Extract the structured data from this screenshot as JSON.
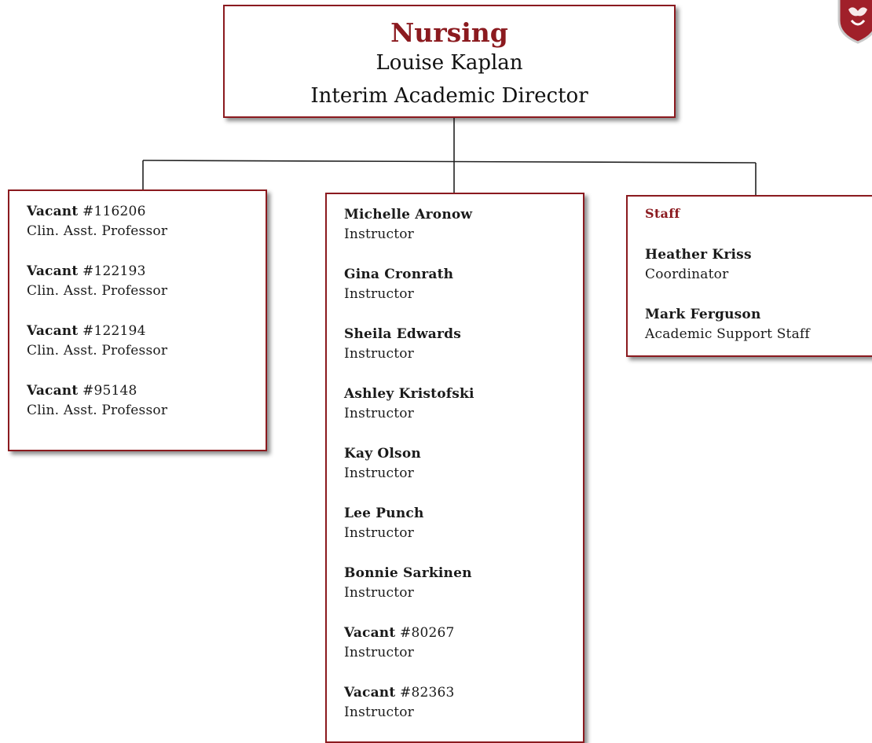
{
  "header": {
    "department": "Nursing",
    "director_name": "Louise Kaplan",
    "director_title": "Interim Academic Director"
  },
  "left_column": {
    "entries": [
      {
        "name": "Vacant",
        "number": " #116206",
        "role": "Clin. Asst. Professor"
      },
      {
        "name": "Vacant",
        "number": " #122193",
        "role": "Clin. Asst. Professor"
      },
      {
        "name": "Vacant",
        "number": " #122194",
        "role": "Clin. Asst. Professor"
      },
      {
        "name": "Vacant",
        "number": " #95148",
        "role": "Clin. Asst. Professor"
      }
    ]
  },
  "middle_column": {
    "entries": [
      {
        "name": "Michelle Aronow",
        "number": "",
        "role": "Instructor"
      },
      {
        "name": "Gina Cronrath",
        "number": "",
        "role": "Instructor"
      },
      {
        "name": "Sheila Edwards",
        "number": "",
        "role": "Instructor"
      },
      {
        "name": "Ashley Kristofski",
        "number": "",
        "role": "Instructor"
      },
      {
        "name": "Kay Olson",
        "number": "",
        "role": "Instructor"
      },
      {
        "name": "Lee Punch",
        "number": "",
        "role": "Instructor"
      },
      {
        "name": "Bonnie Sarkinen",
        "number": "",
        "role": "Instructor"
      },
      {
        "name": "Vacant",
        "number": " #80267",
        "role": "Instructor"
      },
      {
        "name": "Vacant",
        "number": " #82363",
        "role": "Instructor"
      }
    ]
  },
  "right_column": {
    "heading": "Staff",
    "entries": [
      {
        "name": "Heather Kriss",
        "number": "",
        "role": "Coordinator"
      },
      {
        "name": "Mark Ferguson",
        "number": "",
        "role": "Academic Support Staff"
      }
    ]
  },
  "colors": {
    "accent": "#8b1a1f",
    "logo_red": "#a0202a"
  },
  "icons": {
    "logo": "wsu-shield-logo-icon"
  }
}
